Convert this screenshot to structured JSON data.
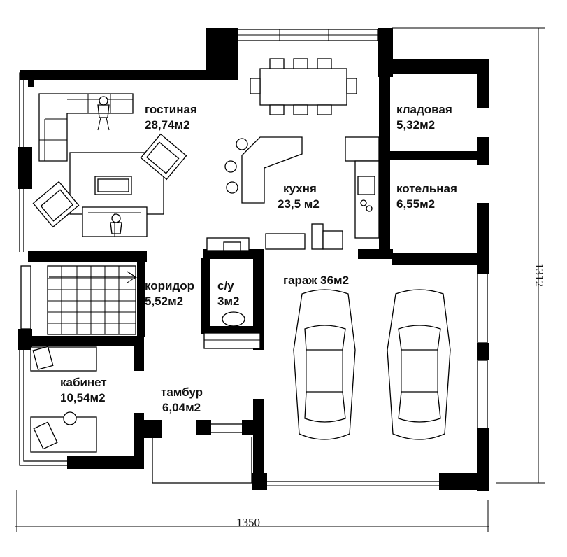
{
  "rooms": {
    "living": {
      "name": "гостиная",
      "area": "28,74м2"
    },
    "storage": {
      "name": "кладовая",
      "area": "5,32м2"
    },
    "kitchen": {
      "name": "кухня",
      "area": "23,5 м2"
    },
    "boiler": {
      "name": "котельная",
      "area": "6,55м2"
    },
    "corridor": {
      "name": "коридор",
      "area": "5,52м2"
    },
    "bathroom": {
      "name": "с/у",
      "area": "3м2"
    },
    "garage": {
      "name": "гараж 36м2"
    },
    "study": {
      "name": "кабинет",
      "area": "10,54м2"
    },
    "vestibule": {
      "name": "тамбур",
      "area": "6,04м2"
    }
  },
  "dimensions": {
    "width": "1350",
    "height": "1312"
  },
  "colors": {
    "wall": "#000000",
    "background": "#ffffff"
  }
}
